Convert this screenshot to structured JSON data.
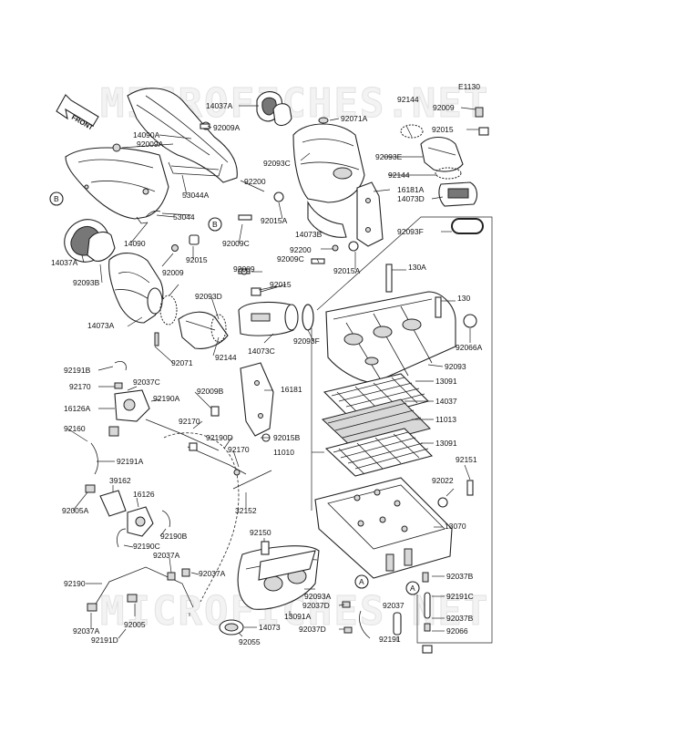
{
  "diagram": {
    "code": "E1130",
    "front_label": "FRONT",
    "watermark": "MICROFICHES.NET",
    "callouts": [
      "A",
      "B"
    ],
    "part_labels": [
      "92144",
      "92009",
      "92015",
      "92071A",
      "92093C",
      "92093E",
      "92144",
      "16181A",
      "14073D",
      "92093F",
      "14037A",
      "14090A",
      "92009A",
      "92009A",
      "53044A",
      "92200",
      "92015A",
      "14073B",
      "92009C",
      "92200",
      "92009C",
      "92015A",
      "92009",
      "130A",
      "130",
      "92066A",
      "92093",
      "13091",
      "14037",
      "11013",
      "13091",
      "11010",
      "92151",
      "92022",
      "13070",
      "92037B",
      "92191C",
      "92037B",
      "92066",
      "92037",
      "92191",
      "92037D",
      "92037D",
      "92093A",
      "13091A",
      "14073",
      "92055",
      "92150",
      "92037A",
      "92037A",
      "92190",
      "92005",
      "92191D",
      "92037A",
      "92190C",
      "92190B",
      "16126",
      "39162",
      "92005A",
      "92191A",
      "92160",
      "16126A",
      "92170",
      "92191B",
      "92037C",
      "92190A",
      "92170",
      "92009B",
      "16181",
      "92190D",
      "92170",
      "92015B",
      "32152",
      "92144",
      "92093D",
      "14073C",
      "92093F",
      "92015",
      "92071",
      "14073A",
      "92009",
      "92015",
      "14037A",
      "92093B",
      "53044",
      "14090",
      "92009"
    ]
  }
}
